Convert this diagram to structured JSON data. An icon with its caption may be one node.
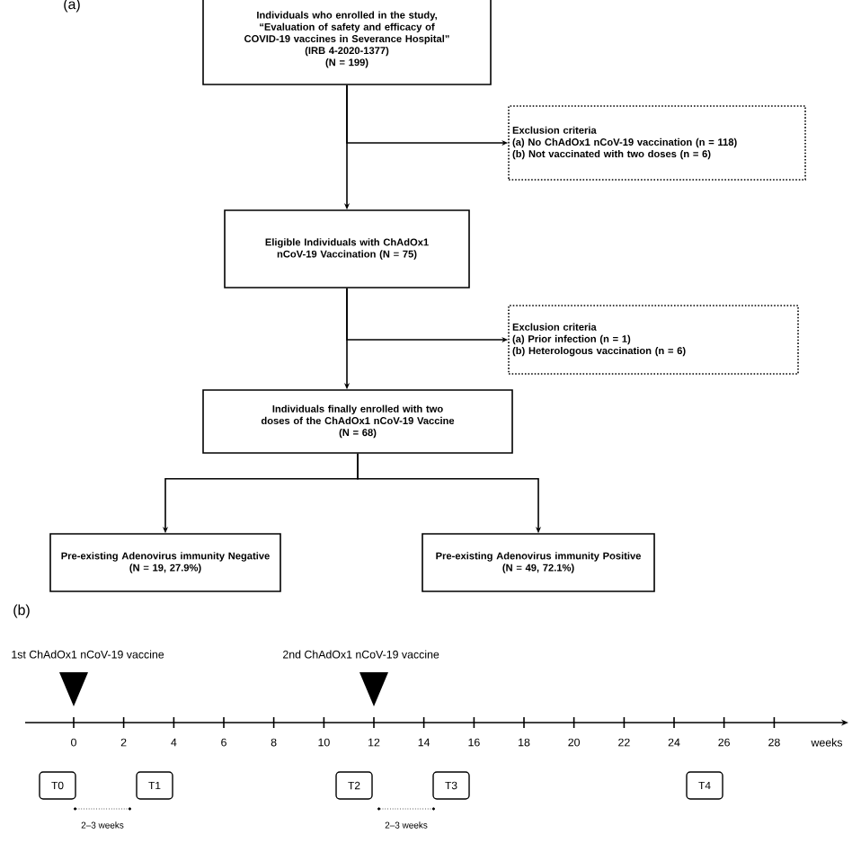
{
  "diagram": {
    "nodes": [
      {
        "text": [
          "Individuals who enrolled in the study, “Evaluation of safety and efficacy of COVID-19 vaccines in Severance Hospital”",
          "(IRB 4-2020-1377)",
          "(N = 199)"
        ]
      },
      {
        "text": [
          "Exclusion criteria",
          "(a) No ChAdOx1 nCoV-19 vaccination (n = 118)",
          "(b) Not vaccinated with two doses (n = 6)"
        ]
      },
      {
        "text": [
          "Eligible Individuals with ChAdOx1 nCoV-19 Vaccination (N = 75)"
        ]
      },
      {
        "text": [
          "Exclusion criteria",
          "(a) Prior infection (n = 1)",
          "(b) Heterologous vaccination (n = 6)"
        ]
      },
      {
        "text": [
          "Individuals finally enrolled with two doses of the ChAdOx1 nCoV-19 Vaccine",
          "(N = 68)"
        ]
      },
      {
        "text": [
          "Pre-existing Adenovirus immunity Negative",
          "(N = 19, 27.9%)"
        ]
      },
      {
        "text": [
          "Pre-existing Adenovirus immunity Positive",
          "(N = 49, 72.1%)"
        ]
      },
      {
        "text": [
          "T0"
        ]
      },
      {
        "text": [
          "T1"
        ]
      },
      {
        "text": [
          "T2"
        ]
      },
      {
        "text": [
          "T3"
        ]
      },
      {
        "text": [
          "T4"
        ]
      }
    ],
    "edges": [
      {
        "from": 0,
        "to": 2,
        "arrow": "to"
      },
      {
        "from": 0,
        "to": 1,
        "arrow": "to"
      },
      {
        "from": 2,
        "to": 4,
        "arrow": "to"
      },
      {
        "from": 2,
        "to": 3,
        "arrow": "to"
      },
      {
        "from": 4,
        "to": 5,
        "arrow": "to"
      },
      {
        "from": 4,
        "to": 6,
        "arrow": "to"
      }
    ],
    "labels": [
      "(a)",
      "(b)",
      "1st ChAdOx1 nCoV-19 vaccine",
      "2nd ChAdOx1 nCoV-19 vaccine",
      "0",
      "2",
      "4",
      "6",
      "8",
      "10",
      "12",
      "14",
      "16",
      "18",
      "20",
      "22",
      "24",
      "26",
      "28",
      "weeks",
      "2–3 weeks",
      "2–3 weeks"
    ]
  }
}
